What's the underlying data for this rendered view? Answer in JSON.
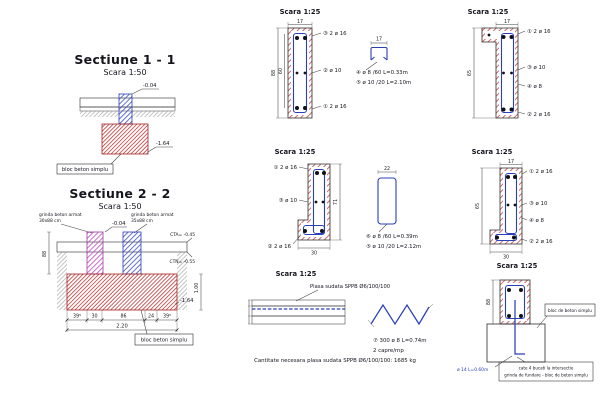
{
  "colors": {
    "red": "#c03a3a",
    "blue": "#2a3fb8",
    "magenta": "#c04ac0",
    "ink": "#15151e"
  },
  "s11": {
    "title": "Sectiune 1 - 1",
    "scale": "Scara 1:50",
    "lvl_top": "-0.04",
    "lvl_bot": "-1.64",
    "block": "bloc beton simplu"
  },
  "s22": {
    "title": "Sectiune 2 - 2",
    "scale": "Scara 1:50",
    "beam_left1": "grinda beton armat",
    "beam_left2": "30x88 cm",
    "beam_right1": "grinda beton armat",
    "beam_right2": "35x88 cm",
    "lvl_top": "-0.04",
    "cta": "CTA= -0.45",
    "ctn": "CTN= -0.55",
    "lvl_bot": "-1.64",
    "block": "bloc beton simplu",
    "dim_h": "88",
    "dim_right": "1.00",
    "dims": [
      "39⁵",
      "30",
      "86",
      "24",
      "39⁵"
    ],
    "dim_total": "2.20"
  },
  "d1": {
    "scale": "Scara 1:25",
    "dim_top": "17",
    "dim_left": "88",
    "dim_inner": "60",
    "c_top": "③ 2 ø 16",
    "c_mid": "② ø 10",
    "c_bot": "① 2 ø 16",
    "st_dim": "17",
    "st_l1": "④ ø 8 /60 L=0.33m",
    "st_l2": "⑤ ø 10 /20 L=2.10m"
  },
  "d2": {
    "scale": "Scara 1:25",
    "dim_top": "17",
    "dim_left": "65",
    "c_top": "① 2 ø 16",
    "c_mid1": "③ ø 10",
    "c_mid2": "④ ø 8",
    "c_bot": "② 2 ø 16"
  },
  "d3": {
    "scale": "Scara 1:25",
    "dim_right": "71",
    "dim_bottom": "30",
    "c_top": "① 2 ø 16",
    "c_mid": "③ ø 10",
    "c_bot": "② 2 ø 16",
    "st_dim": "22",
    "st_l1": "⑥ ø 8 /60 L=0.39m",
    "st_l2": "⑤ ø 10 /20 L=2.12m"
  },
  "d4": {
    "scale": "Scara 1:25",
    "dim_top": "17",
    "dim_left": "65",
    "dim_bottom": "30",
    "c_top": "① 2 ø 16",
    "c_mid1": "③ ø 10",
    "c_mid2": "④ ø 8",
    "c_bot": "② 2 ø 16"
  },
  "d5": {
    "scale": "Scara 1:25",
    "label": "Plasa sudata SPPB Ø6/100/100",
    "caption": "Cantitate necesara plasa sudata SPPB Ø6/100/100: 1685 kg"
  },
  "d6": {
    "l1": "⑦ 300 ø 8 L=0.74m",
    "l2": "2 capre/mp"
  },
  "d7": {
    "scale": "Scara 1:25",
    "dim_left": "88",
    "dowel": "ø 14 L=0.60m",
    "block": "bloc de beton simplu",
    "note1": "cate 4 bucati la intersectie",
    "note2": "grinda de fundare - bloc de beton simplu"
  }
}
